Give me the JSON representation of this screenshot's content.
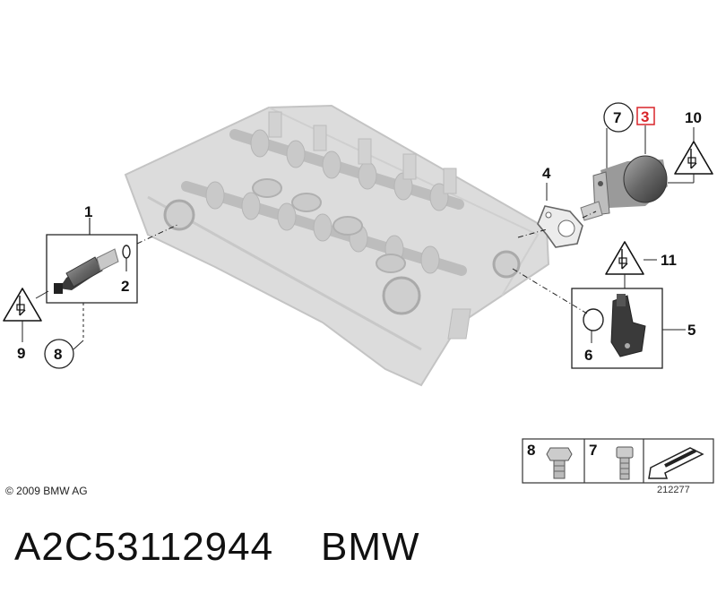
{
  "callouts": {
    "c1": "1",
    "c2": "2",
    "c3": "3",
    "c4": "4",
    "c5": "5",
    "c6": "6",
    "c7a": "7",
    "c7b": "7",
    "c8a": "8",
    "c8b": "8",
    "c9": "9",
    "c10": "10",
    "c11": "11"
  },
  "highlight_color": "#d9252a",
  "icons": [
    "electrical-warning-icon",
    "hex-bolt-icon",
    "socket-screw-icon",
    "arrow-direction-icon"
  ],
  "copyright": "© 2009 BMW AG",
  "drawing_number": "212277",
  "footer": {
    "part_number": "A2C53112944",
    "brand": "BMW"
  }
}
